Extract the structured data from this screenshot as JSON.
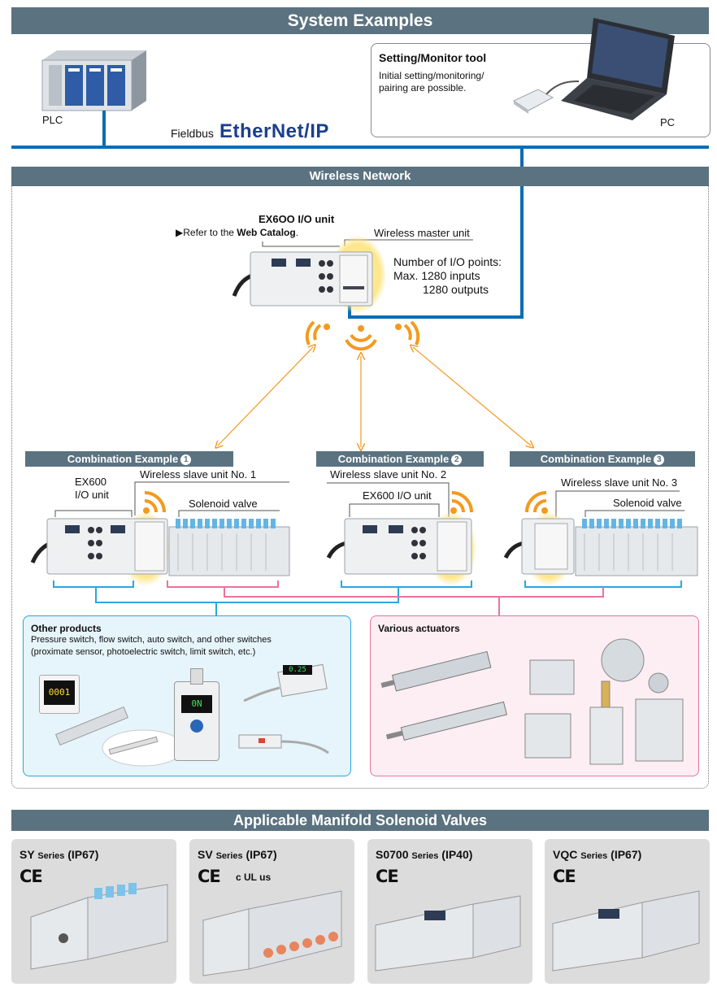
{
  "header": {
    "title": "System Examples"
  },
  "plc": {
    "label": "PLC"
  },
  "fieldbus": {
    "prefix": "Fieldbus",
    "brand": "EtherNet/IP"
  },
  "tool": {
    "title": "Setting/Monitor tool",
    "desc_line1": "Initial setting/monitoring/",
    "desc_line2": "pairing are possible.",
    "pc_label": "PC"
  },
  "wireless_network": {
    "title": "Wireless Network"
  },
  "master": {
    "io_unit_title": "EX6OO I/O unit",
    "refer_prefix": "▶Refer to the ",
    "refer_link": "Web Catalog",
    "refer_suffix": ".",
    "master_label": "Wireless master unit",
    "points_title": "Number of I/O points:",
    "points_inputs": "Max. 1280 inputs",
    "points_outputs": "1280 outputs"
  },
  "combos": [
    {
      "title": "Combination Example",
      "num": "1",
      "io_label_1": "EX600",
      "io_label_2": "I/O unit",
      "slave_label": "Wireless slave unit No. 1",
      "valve_label": "Solenoid valve"
    },
    {
      "title": "Combination Example",
      "num": "2",
      "slave_label": "Wireless slave unit No. 2",
      "io_label": "EX600 I/O unit"
    },
    {
      "title": "Combination Example",
      "num": "3",
      "slave_label": "Wireless slave unit No. 3",
      "valve_label": "Solenoid valve"
    }
  ],
  "other_products": {
    "title": "Other products",
    "line1": "Pressure switch, flow switch, auto switch, and other switches",
    "line2": "(proximate sensor, photoelectric switch, limit switch, etc.)",
    "display1": "0001",
    "display2": "0N",
    "display3": "0.25"
  },
  "actuators": {
    "title": "Various actuators"
  },
  "manifold": {
    "title": "Applicable Manifold Solenoid Valves",
    "cards": [
      {
        "name": "SY",
        "series": "Series",
        "rating": "(IP67)",
        "mark": "CE"
      },
      {
        "name": "SV",
        "series": "Series",
        "rating": "(IP67)",
        "mark": "CE",
        "ul_mark": "c UL us"
      },
      {
        "name": "S0700",
        "series": "Series",
        "rating": "(IP40)",
        "mark": "CE"
      },
      {
        "name": "VQC",
        "series": "Series",
        "rating": "(IP67)",
        "mark": "CE"
      }
    ]
  },
  "colors": {
    "header_bar": "#5b7280",
    "fieldbus_line": "#0b6db3",
    "wireless_orange": "#f39a1e",
    "io_bracket_cyan": "#29a7de",
    "valve_bracket_pink": "#e8749c",
    "other_panel_bg": "#e6f4fb",
    "actuator_panel_bg": "#fdeef3"
  },
  "icons": [
    "plc-icon",
    "pc-icon",
    "usb-dongle-icon",
    "wireless-signal-icon",
    "ex600-unit-icon",
    "solenoid-valve-icon",
    "pressure-switch-icon",
    "actuator-icon",
    "ce-mark-icon",
    "ul-mark-icon"
  ]
}
